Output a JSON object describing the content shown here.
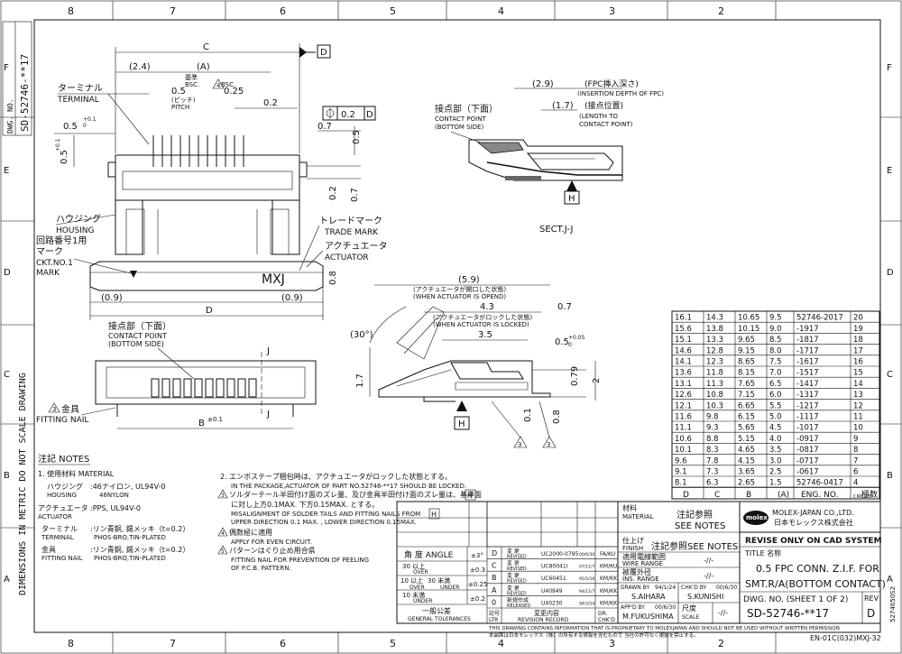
{
  "frame": {
    "top_zones": [
      "8",
      "7",
      "6",
      "5",
      "4",
      "3",
      "2"
    ],
    "bottom_zones": [
      "8",
      "7",
      "6",
      "5",
      "4",
      "3",
      "2"
    ],
    "left_zones": [
      "F",
      "E",
      "D",
      "C",
      "B",
      "A"
    ],
    "right_zones": [
      "F",
      "E",
      "D",
      "C",
      "B",
      "A"
    ],
    "dwg_no_label": "DWG. NO.",
    "dwg_no_side": "SD-52746-**17",
    "side_note": "DIMENSIONS IN METRIC DO NOT SCALE DRAWING",
    "right_side_code": "5274650S2"
  },
  "front_view": {
    "dims": {
      "C": "C",
      "A_ref": "(A)",
      "p2_4": "(2.4)",
      "p0_5": "0.5",
      "p0_25": "0.25",
      "bsc1": "BSC.",
      "bsc2": "BSC.",
      "kijun": "基準",
      "pitch_jp": "(ピッチ)",
      "pitch": "PITCH",
      "d0_2": "0.2",
      "datum_D": "D",
      "fcf_val": "0.2",
      "fcf_datum": "D",
      "d0_5_left": "0.5",
      "d0_5_vert": "0.5",
      "d0_5_right": "0.5",
      "d0_7": "0.7",
      "d0_2_right": "0.2",
      "d0_7_right": "0.7",
      "d0_8": "0.8",
      "p0_9_left": "(0.9)",
      "p0_9_right": "(0.9)",
      "D": "D",
      "tol1": "+0.1",
      "tol2": "0",
      "tol3": "+0.1",
      "tol4": "0",
      "note4": "4"
    },
    "labels": {
      "terminal_jp": "ターミナル",
      "terminal": "TERMINAL",
      "housing_jp": "ハウジング",
      "housing": "HOUSING",
      "ckt_jp": "回路番号1用",
      "ckt_jp2": "マーク",
      "ckt": "CKT.NO.1",
      "ckt2": "MARK",
      "trade_jp": "トレードマーク",
      "trade": "TRADE MARK",
      "actuator_jp": "アクチュエータ",
      "actuator": "ACTUATOR",
      "mxj": "MXJ"
    }
  },
  "bottom_view": {
    "contact_jp": "接点部（下面）",
    "contact": "CONTACT POINT",
    "contact2": "(BOTTOM SIDE)",
    "fitting_jp": "金具",
    "fitting": "FITTING NAIL",
    "J1": "J",
    "J2": "J",
    "B": "B",
    "tol": "±0.1",
    "note3": "3"
  },
  "section_jj": {
    "insert_dim": "(2.9)",
    "insert_jp": "(FPC挿入深さ)",
    "insert": "(INSERTION DEPTH OF FPC)",
    "length_dim": "(1.7)",
    "length_jp": "(接点位置)",
    "length": "(LENGTH TO",
    "length2": "CONTACT POINT)",
    "contact_jp": "接点部（下面）",
    "contact": "CONTACT POINT",
    "contact2": "(BOTTOM SIDE)",
    "H": "H",
    "title": "SECT.J-J"
  },
  "side_view": {
    "d5_9": "(5.9)",
    "open_jp": "(アクチュエータが開口した状態)",
    "open": "(WHEN ACTUATOR IS OPEND)",
    "d4_3": "4.3",
    "d0_7": "0.7",
    "lock_jp": "(アクチュエータがロックした状態)",
    "lock": "(WHEN ACTUATOR IS LOCKED)",
    "d3_5": "3.5",
    "d0_5": "0.5",
    "tol05": "+0.05",
    "tol05b": "0",
    "angle": "(30°)",
    "d1_7": "1.7",
    "d0_79": "0.79",
    "d2": "2",
    "d0_8": "0.8",
    "d0_1": "0.1",
    "H": "H",
    "n3a": "3",
    "n3b": "3"
  },
  "dim_table": {
    "headers": [
      "D",
      "C",
      "B",
      "(A)",
      "ENG. NO.",
      "極数"
    ],
    "headers2": [
      "",
      "",
      "",
      "",
      "",
      "CIRCUIT"
    ],
    "rows": [
      [
        "16.1",
        "14.3",
        "10.65",
        "9.5",
        "52746-2017",
        "20"
      ],
      [
        "15.6",
        "13.8",
        "10.15",
        "9.0",
        "-1917",
        "19"
      ],
      [
        "15.1",
        "13.3",
        "9.65",
        "8.5",
        "-1817",
        "18"
      ],
      [
        "14.6",
        "12.8",
        "9.15",
        "8.0",
        "-1717",
        "17"
      ],
      [
        "14.1",
        "12.3",
        "8.65",
        "7.5",
        "-1617",
        "16"
      ],
      [
        "13.6",
        "11.8",
        "8.15",
        "7.0",
        "-1517",
        "15"
      ],
      [
        "13.1",
        "11.3",
        "7.65",
        "6.5",
        "-1417",
        "14"
      ],
      [
        "12.6",
        "10.8",
        "7.15",
        "6.0",
        "-1317",
        "13"
      ],
      [
        "12.1",
        "10.3",
        "6.65",
        "5.5",
        "-1217",
        "12"
      ],
      [
        "11.6",
        "9.8",
        "6.15",
        "5.0",
        "-1117",
        "11"
      ],
      [
        "11.1",
        "9.3",
        "5.65",
        "4.5",
        "-1017",
        "10"
      ],
      [
        "10.6",
        "8.8",
        "5.15",
        "4.0",
        "-0917",
        "9"
      ],
      [
        "10.1",
        "8.3",
        "4.65",
        "3.5",
        "-0817",
        "8"
      ],
      [
        "9.6",
        "7.8",
        "4.15",
        "3.0",
        "-0717",
        "7"
      ],
      [
        "9.1",
        "7.3",
        "3.65",
        "2.5",
        "-0617",
        "6"
      ],
      [
        "8.1",
        "6.3",
        "2.65",
        "1.5",
        "52746-0417",
        "4"
      ]
    ]
  },
  "notes": {
    "title": "注記 NOTES",
    "n1": "1. 使用材料 MATERIAL",
    "m_housing_jp": "ハウジング",
    "m_housing": "HOUSING",
    "m_housing_val": ":46ナイロン, UL94V-0",
    "m_housing_val2": "46NYLON",
    "m_act_jp": "アクチュエータ",
    "m_act": "ACTUATOR",
    "m_act_val": ":PPS, UL94V-0",
    "m_term_jp": "ターミナル",
    "m_term": "TERMINAL",
    "m_term_val": ":リン青銅, 錫メッキ（t=0.2）",
    "m_term_val2": "PHOS-BRO,TIN-PLATED",
    "m_nail_jp": "金具",
    "m_nail": "FITTING NAIL",
    "m_nail_val": ":リン青銅, 錫メッキ（t=0.2）",
    "m_nail_val2": "PHOS-BRO,TIN-PLATED",
    "n2": "2. エンボステープ梱包時は、アクチュエータがロックした状態とする。",
    "n2b": "IN THE PACKAGE,ACTUATOR OF PART NO.52746-**17 SHOULD BE LOCKED.",
    "n3": "ソルダーテール半田付け面のズレ量、及び金具半田付け面のズレ量は、基準面",
    "n3_h": "H",
    "n3b": "に対し上方0.1MAX. 下方0.15MAX. とする。",
    "n3c": "MISALIGNMENT OF SOLDER TAILS AND FITTING NAILS FROM",
    "n3c_h": "H",
    "n3d": "UPPER DIRECTION 0.1 MAX. , LOWER DIRECTION 0.15MAX.",
    "n4": "偶数極に適用",
    "n4b": "APPLY FOR EVEN CIRCUIT.",
    "n5": "パターンはぐり止め用合県",
    "n5b": "FITTING NAIL FOR PREVENTION OF PEELING",
    "n5c": "OF P.C.B. PATTERN.",
    "n3_num": "3",
    "n4_num": "4",
    "n5_num": "5"
  },
  "tolerance": {
    "angle": "角 度  ANGLE",
    "angle_val": "±3°",
    "r1a": "30 以上",
    "r1b": "OVER",
    "r1v": "±0.3",
    "r2a": "10 以上",
    "r2b": "30 未満",
    "r2c": "OVER",
    "r2d": "UNDER",
    "r2v": "±0.25",
    "r3a": "10 未満",
    "r3b": "UNDER",
    "r3v": "±0.2",
    "gen_jp": "一般公差",
    "gen": "GENERAL TOLERANCES"
  },
  "revisions": {
    "rows": [
      {
        "ltr": "D",
        "act_jp": "変 更",
        "act": "REVISED",
        "no": "UC2000-0795",
        "date": "00/6/30",
        "dr": "FA/KU"
      },
      {
        "ltr": "C",
        "act_jp": "変 更",
        "act": "REVISED",
        "no": "UC80041I",
        "date": "97/11/7",
        "dr": "KM/KU"
      },
      {
        "ltr": "B",
        "act_jp": "変 更",
        "act": "REVISED",
        "no": "UC60451",
        "date": "95/5/16",
        "dr": "KM/KK"
      },
      {
        "ltr": "A",
        "act_jp": "変 更",
        "act": "REVISED",
        "no": "U40949",
        "date": "94/11/7",
        "dr": "KM/KK"
      },
      {
        "ltr": "0",
        "act_jp": "新規作成",
        "act": "RELEASED",
        "no": "U40230",
        "date": "94/3/24",
        "dr": "KM/KK"
      }
    ],
    "h_ltr_jp": "記号",
    "h_ltr": "LTR",
    "h_rec_jp": "変更内容",
    "h_rec": "REVISION RECORD",
    "h_dr": "DR.",
    "h_chk": "CHK'D"
  },
  "title_block": {
    "material_jp": "材料",
    "material": "MATERIAL",
    "material_val_jp": "注記参照",
    "material_val": "SEE NOTES",
    "finish_jp": "仕上げ",
    "finish": "FINISH",
    "finish_val_jp": "注記参照",
    "finish_val": "SEE NOTES",
    "wire_jp": "適用電線範囲",
    "wire": "WIRE RANGE",
    "wire_val": "-//-",
    "ins_jp": "被覆外径",
    "ins": "INS. RANGE",
    "ins_val": "-//-",
    "drawn": "DRAWN BY",
    "drawn_date": "94/1/24",
    "drawn_name": "S.AIHARA",
    "chkd": "CHK'D BY",
    "chkd_date": "00/6/30",
    "chkd_name": "S.KUNISHI",
    "appd": "APP'D BY",
    "appd_date": "00/6/30",
    "appd_name": "M.FUKUSHIMA",
    "scale_jp": "尺度",
    "scale": "SCALE",
    "scale_val": "-//-",
    "company": "MOLEX-JAPAN CO.,LTD.",
    "company_jp": "日本モレックス株式会社",
    "logo": "molex",
    "revise_note": "REVISE ONLY ON CAD SYSTEM",
    "title_label": "TITLE 名称",
    "title1": "0.5 FPC CONN. Z.I.F. FOR",
    "title2": "SMT.R/A(BOTTOM CONTACT)",
    "dwg_label": "DWG. NO. (SHEET 1 OF 2)",
    "dwg_no": "SD-52746-**17",
    "rev_label": "REV",
    "rev": "D",
    "prop1": "THIS DRAWING CONTAINS INFORMATION THAT IS PROPRIETARY TO MOLEXJAPAN AND SHOULD NOT BE USED WITHOUT WRITTEN PERMISSION",
    "prop2": "本図面は日本モレックス（株）の所有する情報を含むもので 当社の許可なく複製を禁止する。",
    "form_code": "EN-01C(032)MXJ-32"
  }
}
